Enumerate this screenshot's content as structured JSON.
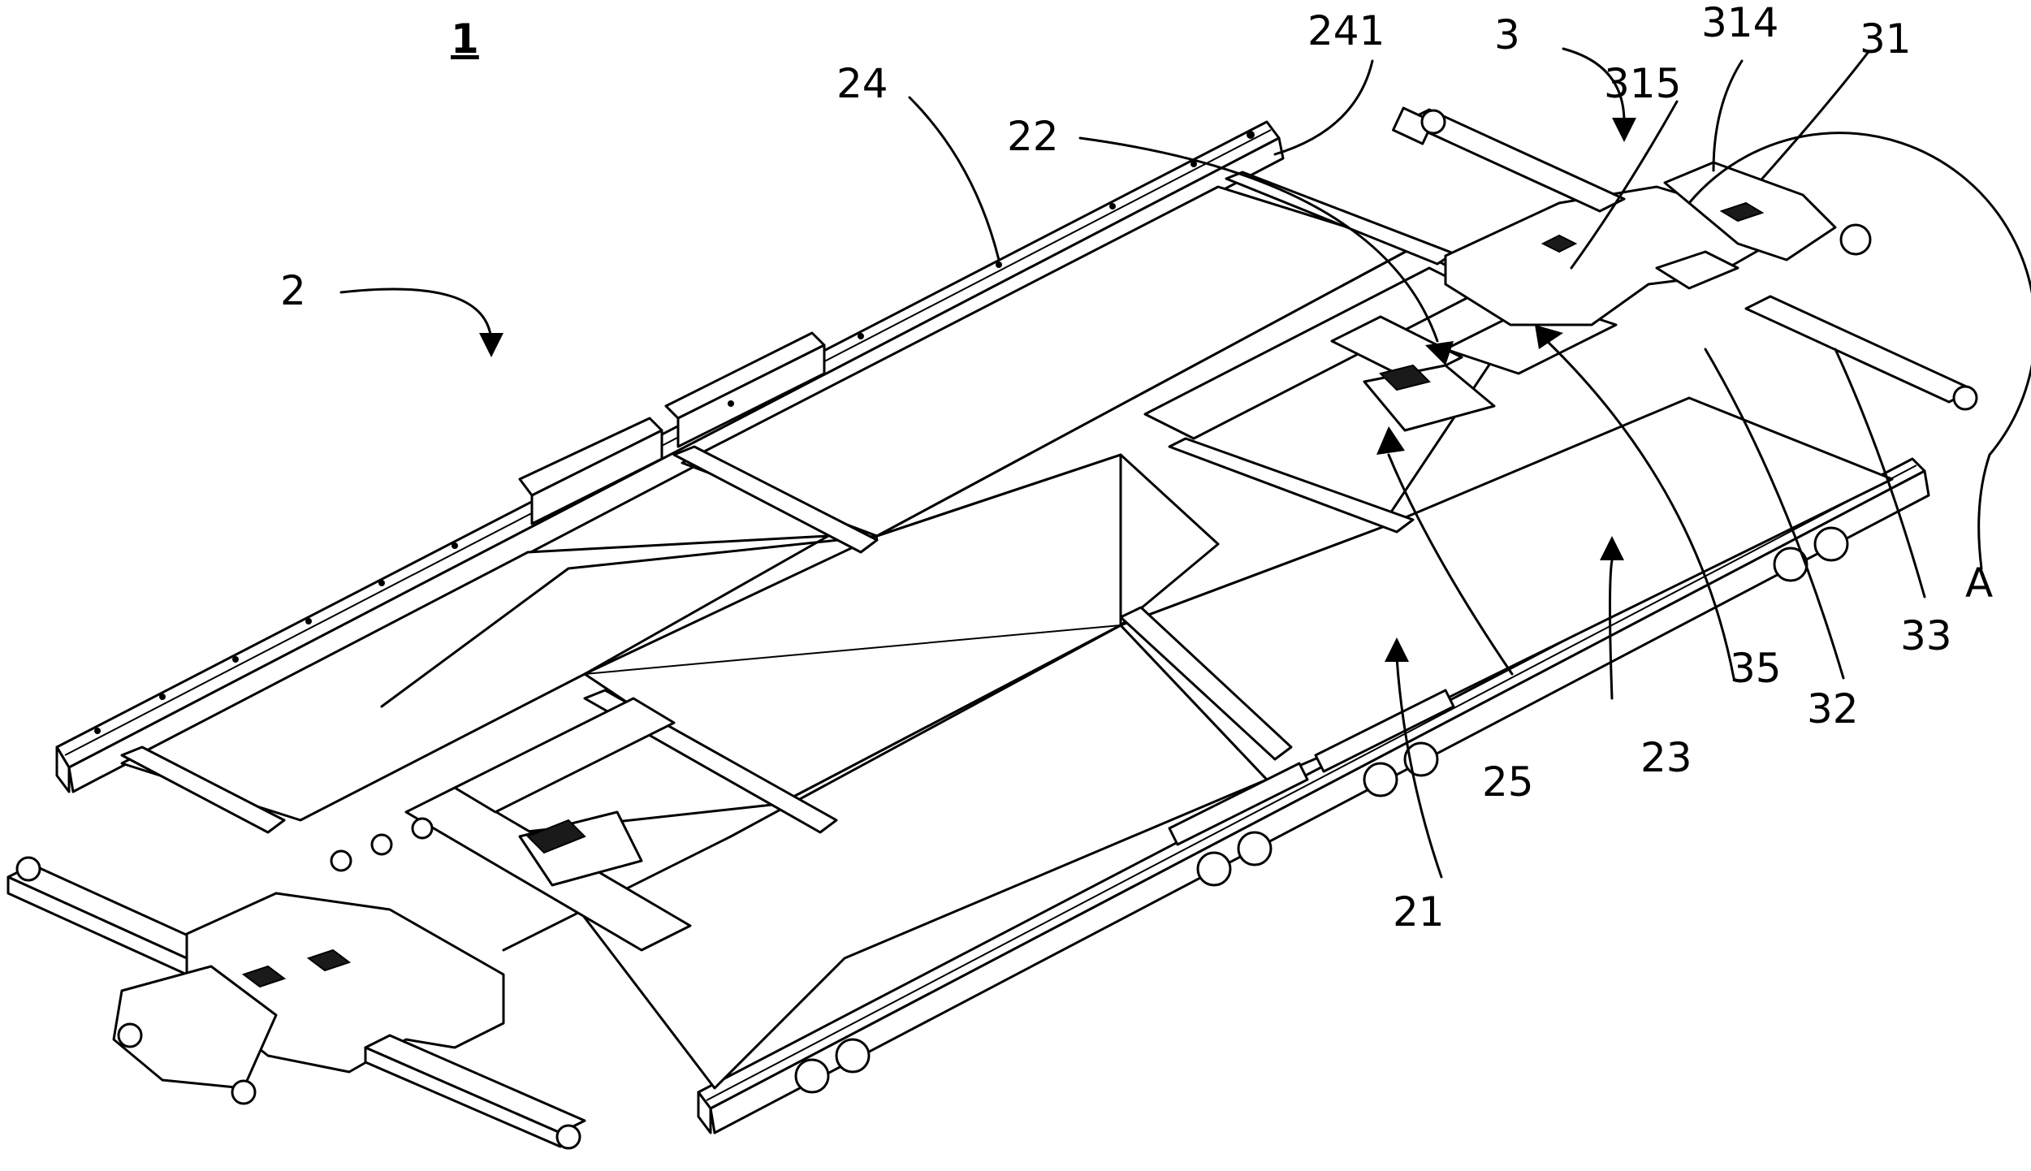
{
  "figure": {
    "title": "1",
    "labels": {
      "frame": "2",
      "module": "3",
      "l21": "21",
      "l22": "22",
      "l23": "23",
      "l24": "24",
      "l241": "241",
      "l25": "25",
      "l31": "31",
      "l32": "32",
      "l33": "33",
      "l35": "35",
      "l314": "314",
      "l315": "315",
      "detail": "A"
    }
  },
  "style": {
    "line_color": "#000000",
    "background": "#ffffff"
  }
}
